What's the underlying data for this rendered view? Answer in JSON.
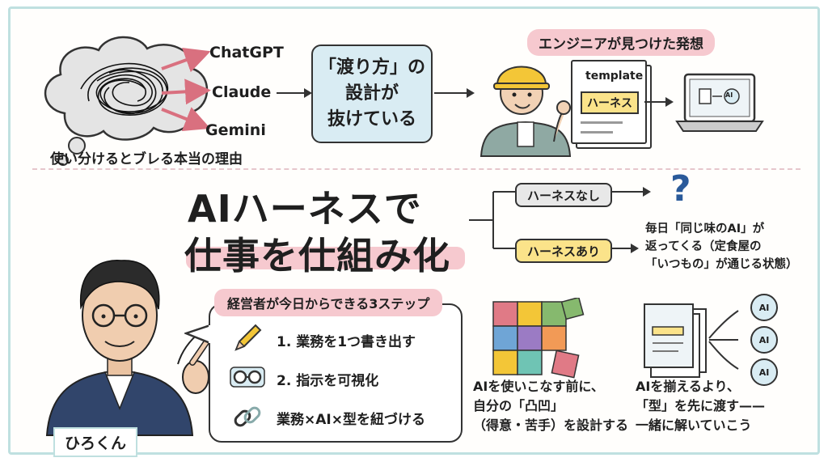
{
  "top_left": {
    "models": [
      "ChatGPT",
      "Claude",
      "Gemini"
    ],
    "caption": "使い分けるとブレる本当の理由"
  },
  "center_box": {
    "lines": [
      "「渡り方」の",
      "設計が",
      "抜けている"
    ]
  },
  "engineer": {
    "banner": "エンジニアが見つけた発想",
    "doc_label": "template",
    "harness_tag": "ハーネス",
    "ai_badge": "AI"
  },
  "title": {
    "line1": "AIハーネスで",
    "line2": "仕事を仕組み化"
  },
  "branches": {
    "without": "ハーネスなし",
    "with": "ハーネスあり",
    "question_mark": "?",
    "result_lines": [
      "毎日「同じ味のAI」が",
      "返ってくる（定食屋の",
      "「いつもの」が通じる状態）"
    ]
  },
  "presenter": {
    "name": "ひろくん"
  },
  "steps_panel": {
    "heading": "経営者が今日からできる3ステップ",
    "steps": [
      {
        "label": "1. 業務を1つ書き出す",
        "icon": "pencil-icon"
      },
      {
        "label": "2. 指示を可視化",
        "icon": "glasses-icon"
      },
      {
        "label": "業務×AI×型を紐づける",
        "icon": "chain-link-icon"
      }
    ]
  },
  "puzzle_panel": {
    "lines": [
      "AIを使いこなす前に、",
      "自分の「凸凹」",
      "（得意・苦手）を設計する"
    ]
  },
  "ai_panel": {
    "badges": [
      "AI",
      "AI",
      "AI"
    ],
    "lines": [
      "AIを揃えるより、",
      "「型」を先に渡す——",
      "一緒に解いていこう"
    ]
  },
  "colors": {
    "frame": "#bfe0e0",
    "pink_highlight": "#f6c9cf",
    "yellow_tag": "#fbe38a",
    "light_blue_box": "#d9ecf3",
    "arrow_pink": "#d9707f"
  }
}
